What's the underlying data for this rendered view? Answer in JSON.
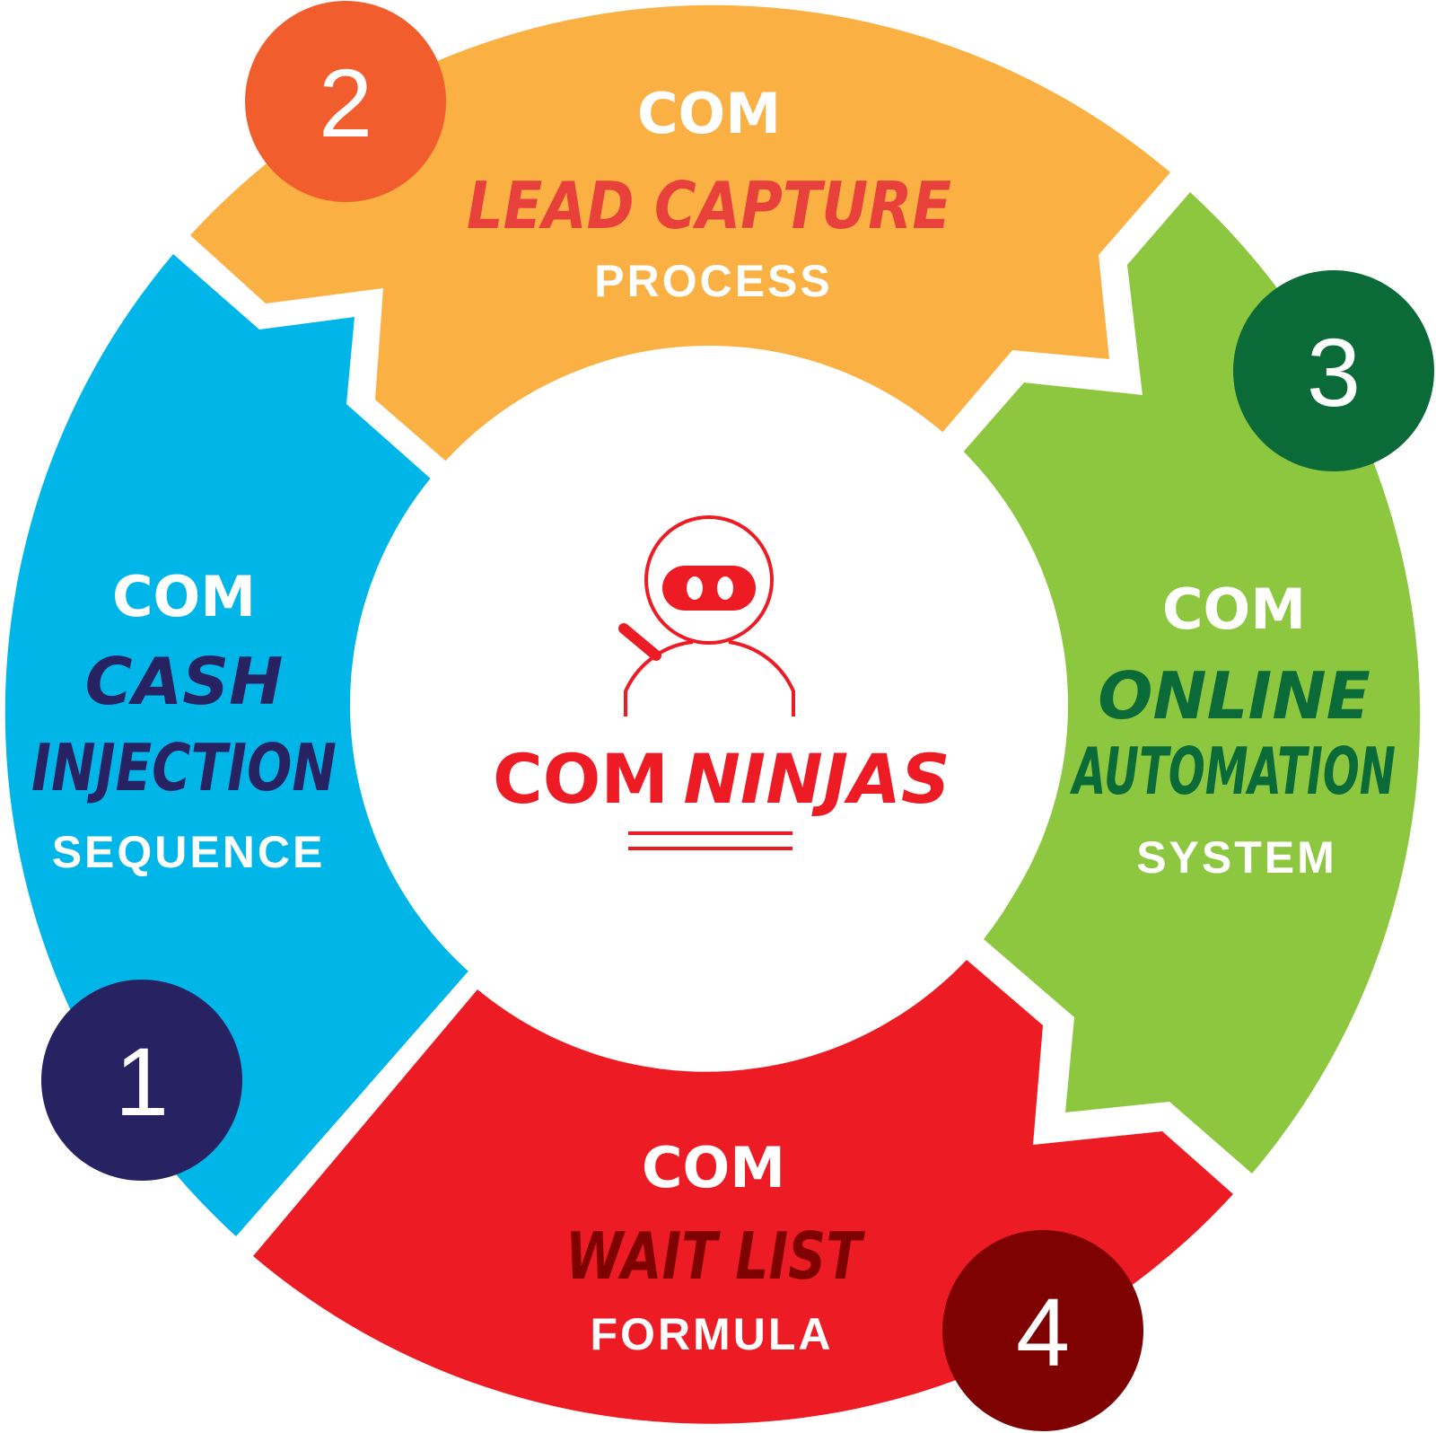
{
  "center": {
    "brand_word1": "COM",
    "brand_word2": "NINJAS",
    "logo": "ninja-mascot-icon",
    "color": "#ED1C24"
  },
  "steps": [
    {
      "number": "1",
      "line1": "COM",
      "line2a": "CASH",
      "line2b": "INJECTION",
      "line3": "SEQUENCE",
      "segment_color": "#00B5E8",
      "badge_color": "#272262",
      "script_color": "#272262"
    },
    {
      "number": "2",
      "line1": "COM",
      "line2a": "LEAD CAPTURE",
      "line3": "PROCESS",
      "segment_color": "#FBB044",
      "badge_color": "#F15D2C",
      "script_color": "#E8403A"
    },
    {
      "number": "3",
      "line1": "COM",
      "line2a": "ONLINE",
      "line2b": "AUTOMATION",
      "line3": "SYSTEM",
      "segment_color": "#8DC63F",
      "badge_color": "#0B6B38",
      "script_color": "#0B6B38"
    },
    {
      "number": "4",
      "line1": "COM",
      "line2a": "WAIT LIST",
      "line3": "FORMULA",
      "segment_color": "#ED1C24",
      "badge_color": "#7F0202",
      "script_color": "#7F0202"
    }
  ]
}
